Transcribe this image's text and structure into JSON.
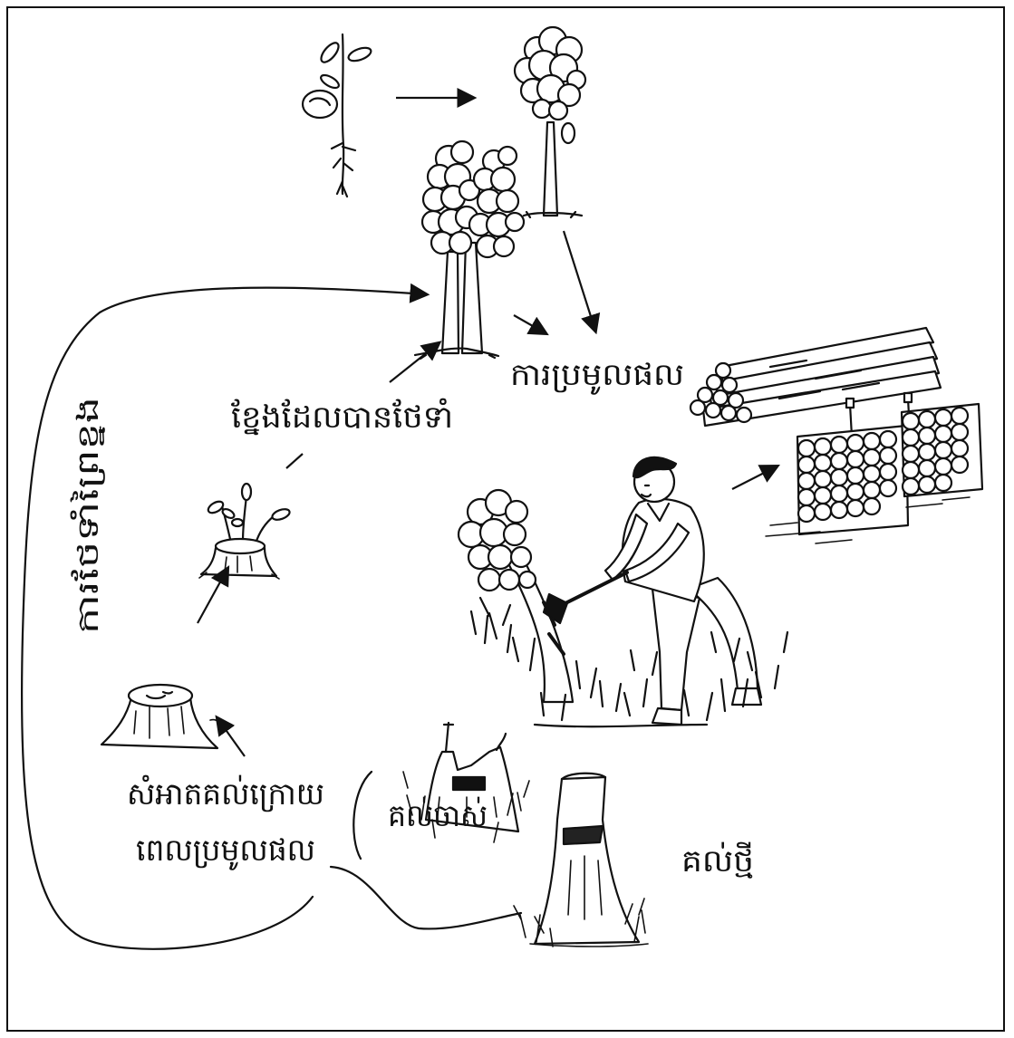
{
  "diagram": {
    "labels": {
      "harvest": "ការប្រមូលផល",
      "maintained_shoots": "ខ្នែងដែលបានថែទាំ",
      "coppice_management": "ការថែទាំព្រៃខ្នង",
      "clean_stumps_line1": "សំអាតគល់ក្រោយ",
      "clean_stumps_line2": "ពេលប្រមូលផល",
      "old_stump": "គល់ចាស់",
      "new_stump": "គល់ថ្មី"
    },
    "colors": {
      "ink": "#111111",
      "background": "#ffffff"
    }
  }
}
